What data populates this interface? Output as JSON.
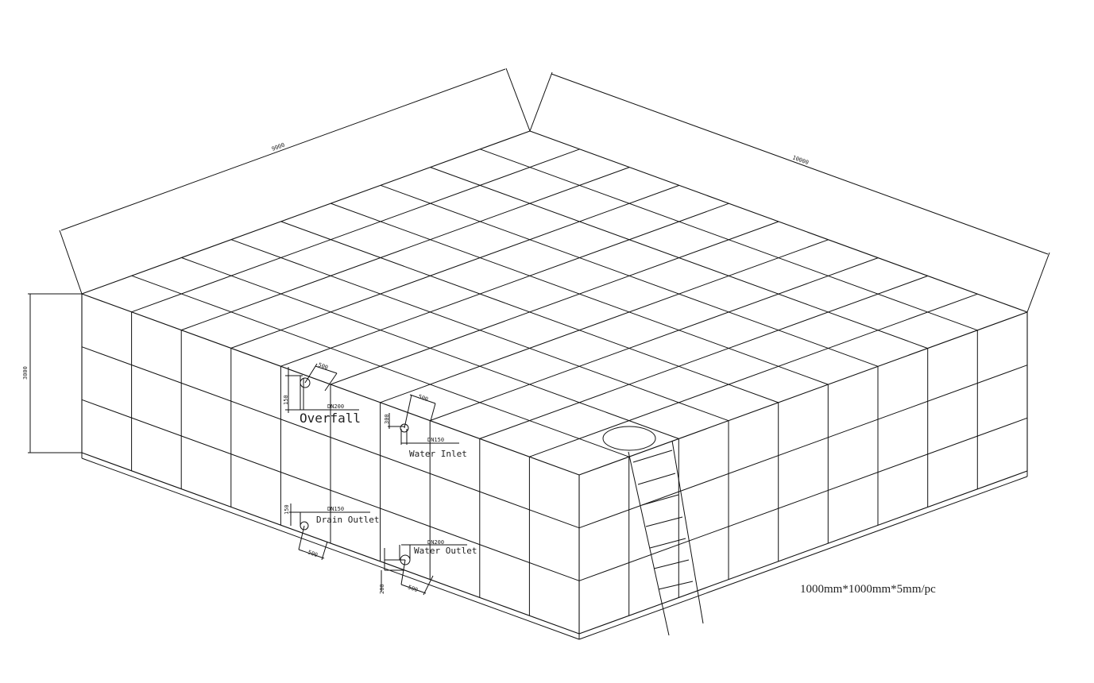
{
  "dimensions": {
    "length_left": "9000",
    "length_right": "10000",
    "height": "3000"
  },
  "panel_spec": "1000mm*1000mm*5mm/pc",
  "fittings": {
    "overfall": {
      "label": "Overfall",
      "size": "DN200",
      "offset": "500",
      "drop": "150"
    },
    "water_inlet": {
      "label": "Water Inlet",
      "size": "DN150",
      "offset": "500",
      "drop": "300"
    },
    "drain_outlet": {
      "label": "Drain Outlet",
      "size": "DN150",
      "offset": "500",
      "drop": "150"
    },
    "water_outlet": {
      "label": "Water Outlet",
      "size": "DN200",
      "offset": "500",
      "drop": "200"
    }
  },
  "style": {
    "line_color": "#111111",
    "background": "#ffffff"
  }
}
